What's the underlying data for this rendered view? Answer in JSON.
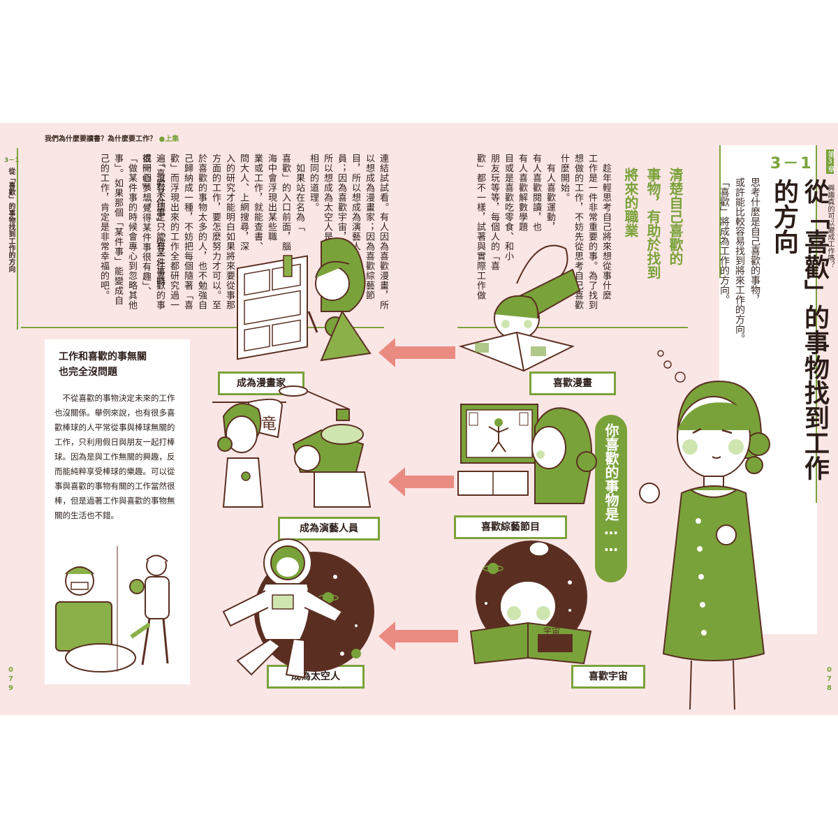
{
  "header": {
    "left_text": "我們為什麼要讀書？為什麼要工作？",
    "left_tag": "●上集"
  },
  "left_page": {
    "edge_top": "3－1",
    "edge_title": "從「喜歡」的事物找到工作的方向",
    "page_number": "079"
  },
  "right_page": {
    "side_tab_chapter": "第3章",
    "side_tab_title": "興趣真的可以變成工作嗎？",
    "page_number": "078"
  },
  "title": {
    "number": "3－1",
    "main": "從「喜歡」的事物找到工作的方向",
    "subtitle_lines": [
      "思考什麼是自己喜歡的事物，",
      "或許能比較容易找到將來工作的方向。",
      "「喜歡」將成為工作的方向。"
    ]
  },
  "section": {
    "title_lines": [
      "清楚自己喜歡的",
      "事物，有助於找到",
      "將來的職業"
    ]
  },
  "body_columns": [
    "　趁年輕思考自己將來想從事什麼",
    "工作是一件非常重要的事。為了找到",
    "想做的工作，不妨先從思考自己喜歡",
    "什麼開始。",
    "　有人喜歡運動，",
    "有人喜歡閱讀，也",
    "有人喜歡解數學題",
    "目或是喜歡吃零食、和小",
    "朋友玩等等，每個人的「喜",
    "歡」都不一樣，試著與實際工作做",
    "連結試試看。有人因為喜歡漫畫，所",
    "以想成為漫畫家；因為喜歡綜藝節",
    "目，所以想成為演藝人",
    "員；因為喜歡宇宙，",
    "所以想成為太空人是",
    "相同的道理。",
    "　如果站在名為「",
    "喜歡」的入口前面，腦",
    "海中會浮現出某些職",
    "業或工作，就能查書、",
    "問大人、上網搜尋，深",
    "入的研究才能明白如果將來要從事那",
    "方面的工作，要怎麼努力才可以。至",
    "於喜歡的事物太多的人，也不勉強自",
    "己歸納成一種，不妨把每個隨著「喜",
    "歡」而浮現出來的工作全都研究過一",
    "遍。沒有人規定只能有一件喜歡的事",
    "或一個夢想。",
    "　「喜歡某件事」、「做某件事時",
    "很開心」、「覺得某件事很有趣」、",
    "「做某件事的時候會專心到忽略其他",
    "事」。如果那個「某件事」能變成自",
    "己的工作，肯定是非常幸福的吧。"
  ],
  "flow": [
    {
      "like": "喜歡漫畫",
      "job": "成為漫畫家"
    },
    {
      "like": "喜歡綜藝節目",
      "job": "成為演藝人員"
    },
    {
      "like": "喜歡宇宙",
      "job": "成為太空人"
    }
  ],
  "speech": "你喜歡的事物是……",
  "sign_text": "竜",
  "book_text": "宇宙",
  "note": {
    "title_lines": [
      "工作和喜歡的事無關",
      "也完全沒問題"
    ],
    "body": "　不從喜歡的事物決定未來的工作也沒關係。舉例來說，也有很多喜歡棒球的人平常從事與棒球無關的工作，只利用假日與朋友一起打棒球。因為是與工作無關的興趣，反而能純粹享受棒球的樂趣。可以從事與喜歡的事物有關的工作當然很棒，但是過著工作與喜歡的事物無關的生活也不錯。"
  },
  "colors": {
    "accent_green": "#7aa23a",
    "arrow_pink": "#ea8b82",
    "page_bg": "#fbe6e6",
    "illustration_brown": "#5a2f22"
  }
}
